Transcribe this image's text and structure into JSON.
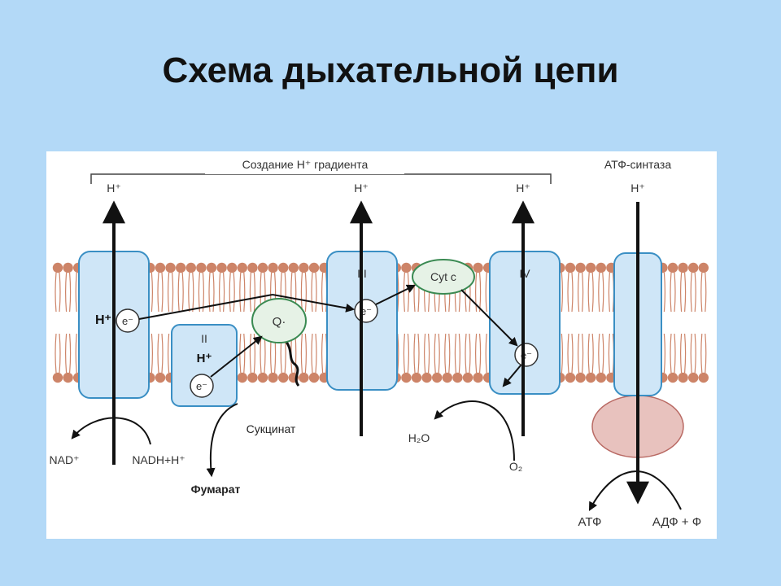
{
  "title": "Схема дыхательной цепи",
  "diagram": {
    "gradient_label": "Создание H⁺ градиента",
    "atp_synthase_label": "АТФ-синтаза",
    "proton_labels": [
      "H⁺",
      "H⁺",
      "H⁺",
      "H⁺"
    ],
    "complexes": {
      "I": "I",
      "II": "II",
      "III": "III",
      "IV": "IV",
      "Q": "Q·",
      "cytc": "Cyt c"
    },
    "electron": "e⁻",
    "hplus_c1": "H⁺",
    "hplus_c2": "H⁺",
    "nad": "NAD⁺",
    "nadh": "NADH+H⁺",
    "succinate": "Сукцинат",
    "fumarate": "Фумарат",
    "water": "H₂O",
    "oxygen": "O₂",
    "atp": "АТФ",
    "adp": "АДФ + Ф",
    "colors": {
      "background": "#b3d9f7",
      "complex_fill": "#cfe6f7",
      "complex_stroke": "#3a8fc4",
      "atp_head_fill": "#e8c2be",
      "lipid_head": "#cd8468",
      "cytc_fill": "#e6f2e6"
    }
  }
}
